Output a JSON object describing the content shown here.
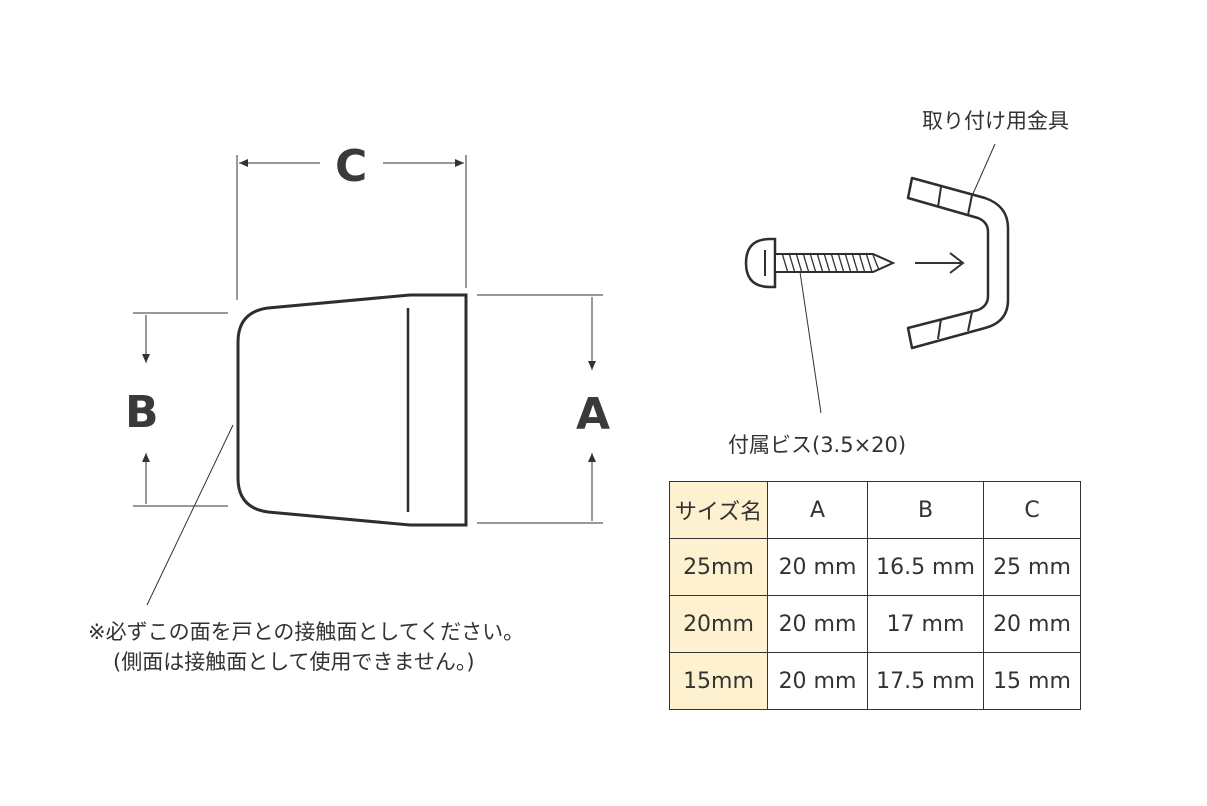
{
  "dimensions": {
    "c": "C",
    "b": "B",
    "a": "A"
  },
  "labels": {
    "bracket": "取り付け用金具",
    "screw": "付属ビス(3.5×20)"
  },
  "notes": {
    "line1": "※必ずこの面を戸との接触面としてください。",
    "line2": "(側面は接触面として使用できません。)"
  },
  "table": {
    "headers": [
      "サイズ名",
      "A",
      "B",
      "C"
    ],
    "rows": [
      [
        "25mm",
        "20 mm",
        "16.5 mm",
        "25 mm"
      ],
      [
        "20mm",
        "20 mm",
        "17 mm",
        "20 mm"
      ],
      [
        "15mm",
        "20 mm",
        "17.5 mm",
        "15 mm"
      ]
    ]
  },
  "colors": {
    "line": "#333333",
    "header_fill": "#fdf1cf"
  }
}
